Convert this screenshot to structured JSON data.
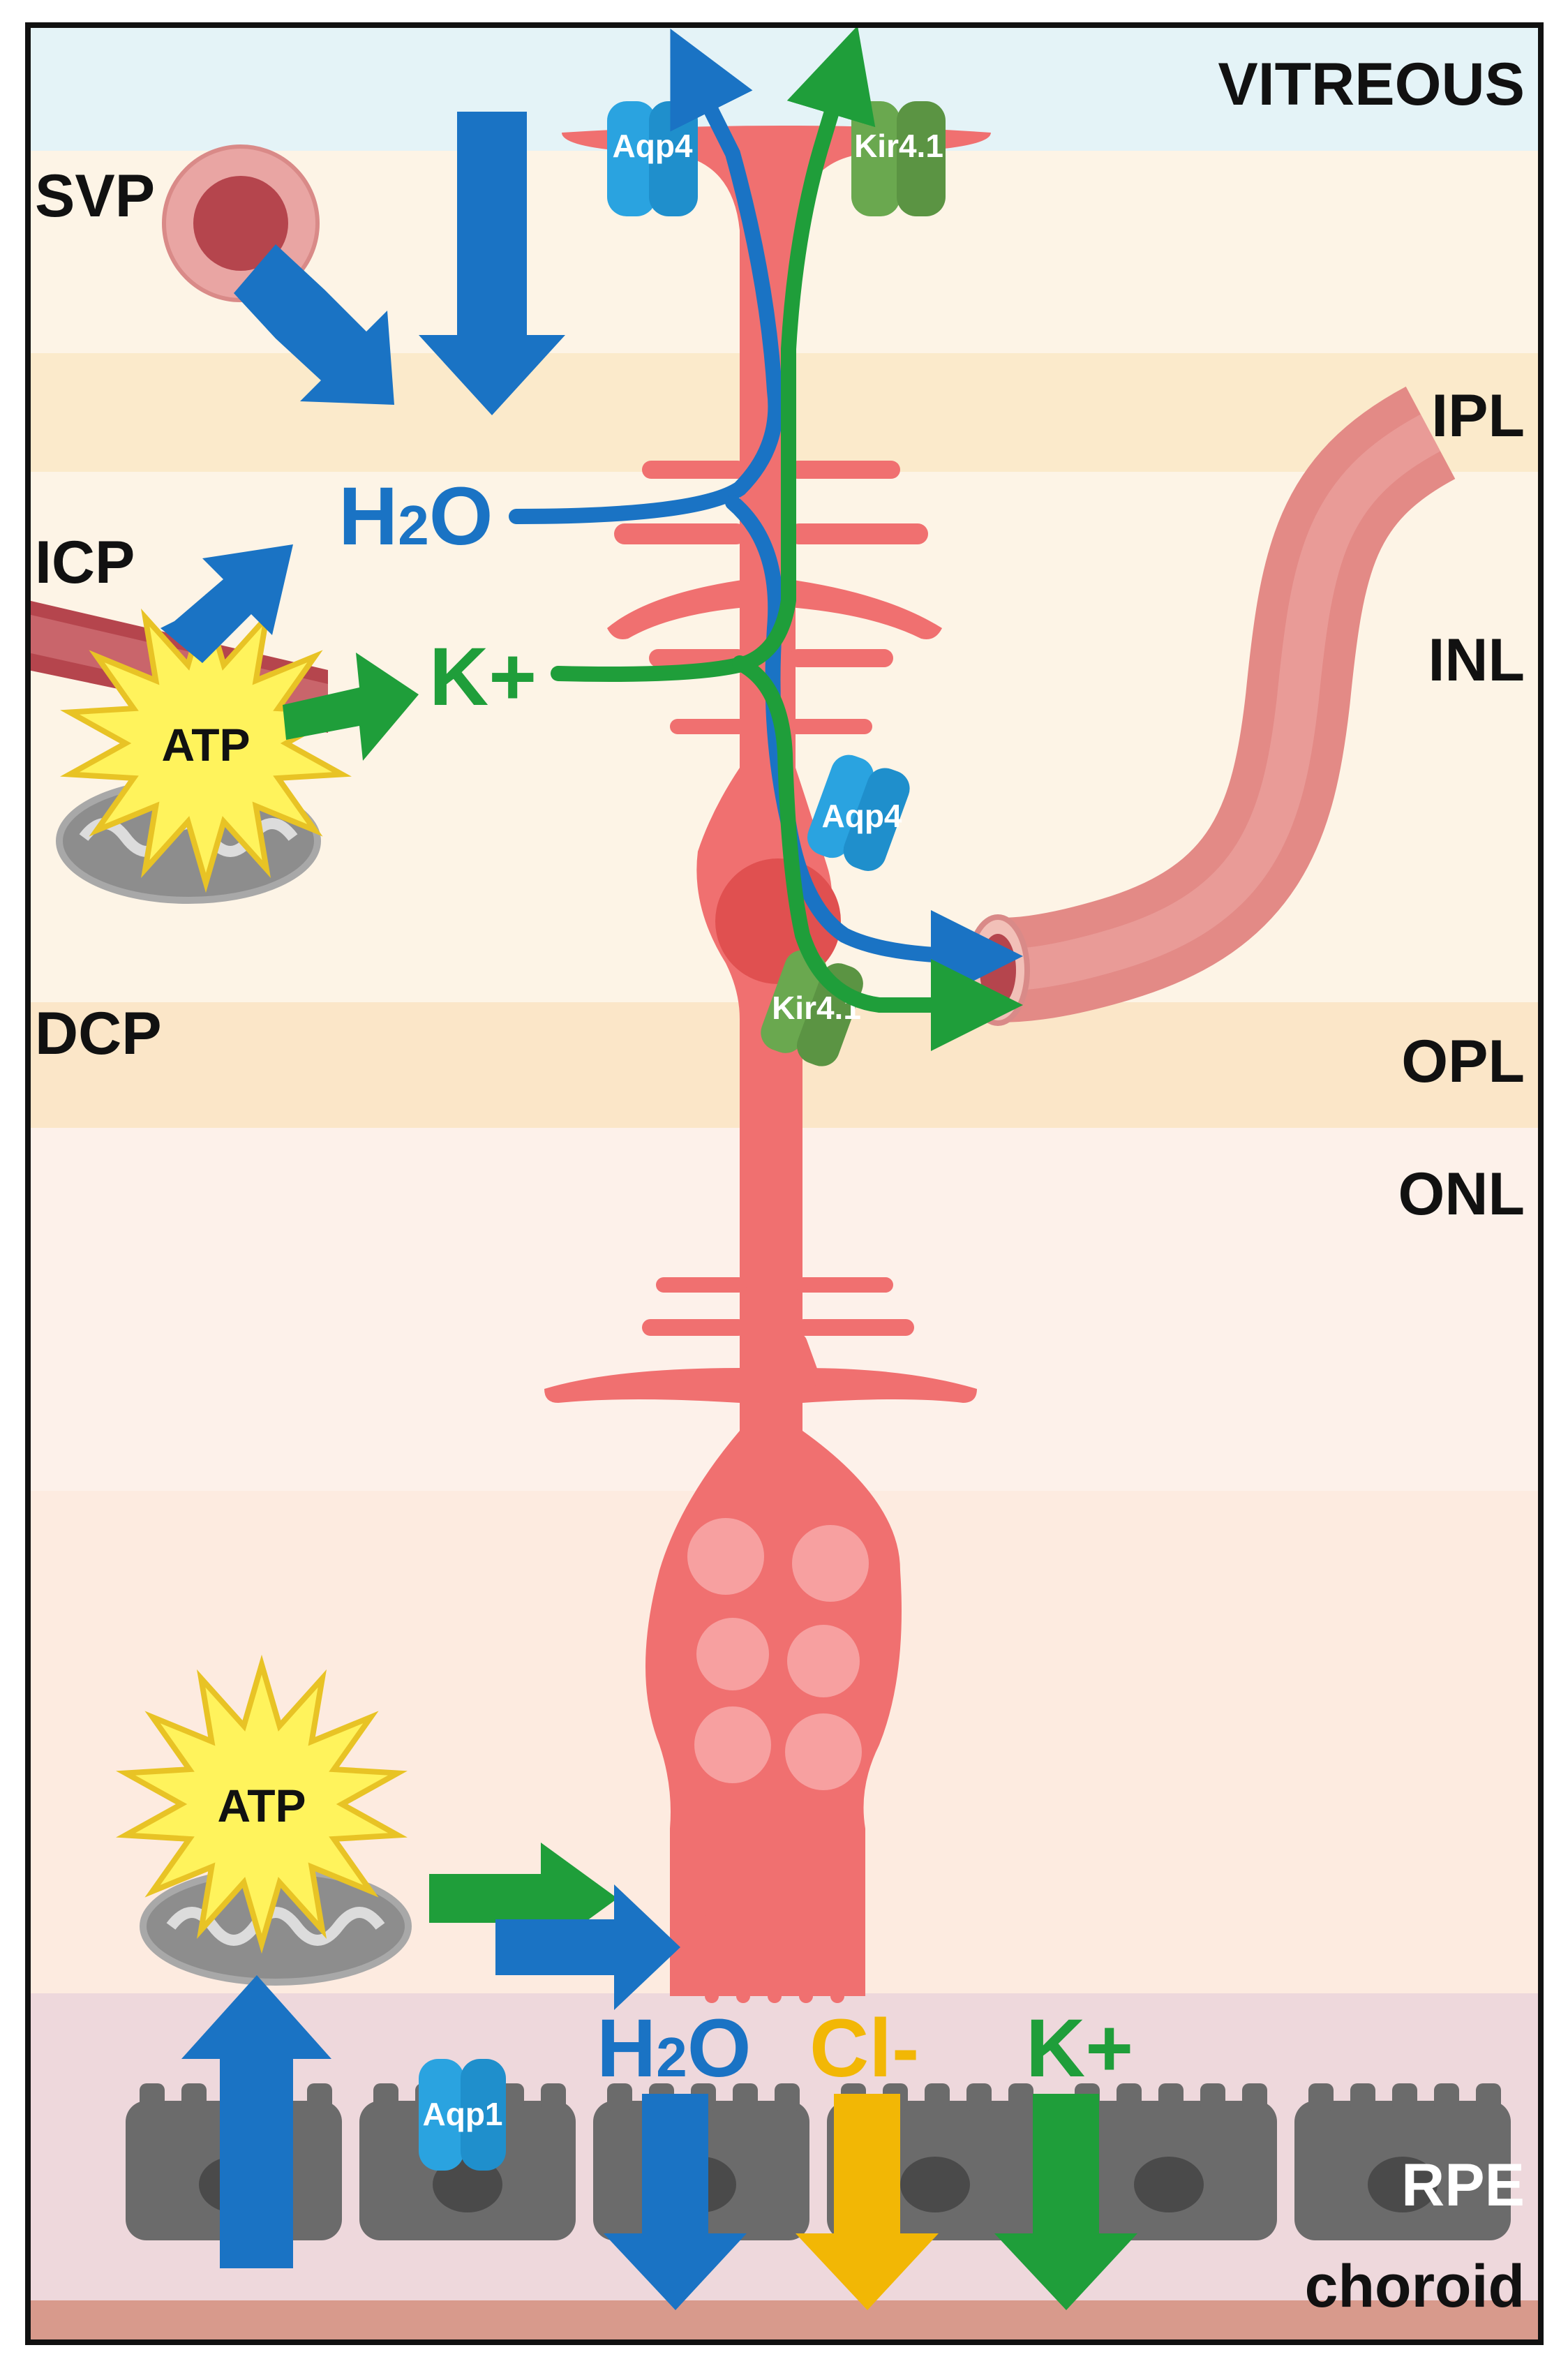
{
  "layers": {
    "vitreous": "VITREOUS",
    "svp": "SVP",
    "ipl": "IPL",
    "icp": "ICP",
    "inl": "INL",
    "dcp": "DCP",
    "opl": "OPL",
    "onl": "ONL",
    "rpe": "RPE",
    "choroid": "choroid"
  },
  "labels": {
    "aqp4_top": "Aqp4",
    "kir41_top": "Kir4.1",
    "aqp4_mid": "Aqp4",
    "kir41_mid": "Kir4.1",
    "aqp1": "Aqp1",
    "atp_top": "ATP",
    "atp_bottom": "ATP",
    "water_upper": "H",
    "water_upper_sub": "2",
    "water_upper_o": "O",
    "potassium_upper": "K+",
    "water_lower": "H",
    "water_lower_sub": "2",
    "water_lower_o": "O",
    "chloride_lower": "Cl-",
    "potassium_lower": "K+"
  },
  "colors": {
    "water": "#1a73c4",
    "potassium": "#1f9e3a",
    "chloride": "#f2b705",
    "muller_cell": "#f07070",
    "vessel": "#e38a86",
    "aqp_channel": "#2aa3e0",
    "kir_channel": "#6aa84f",
    "rpe": "#6b6b6b",
    "atp_star": "#fff35c"
  }
}
